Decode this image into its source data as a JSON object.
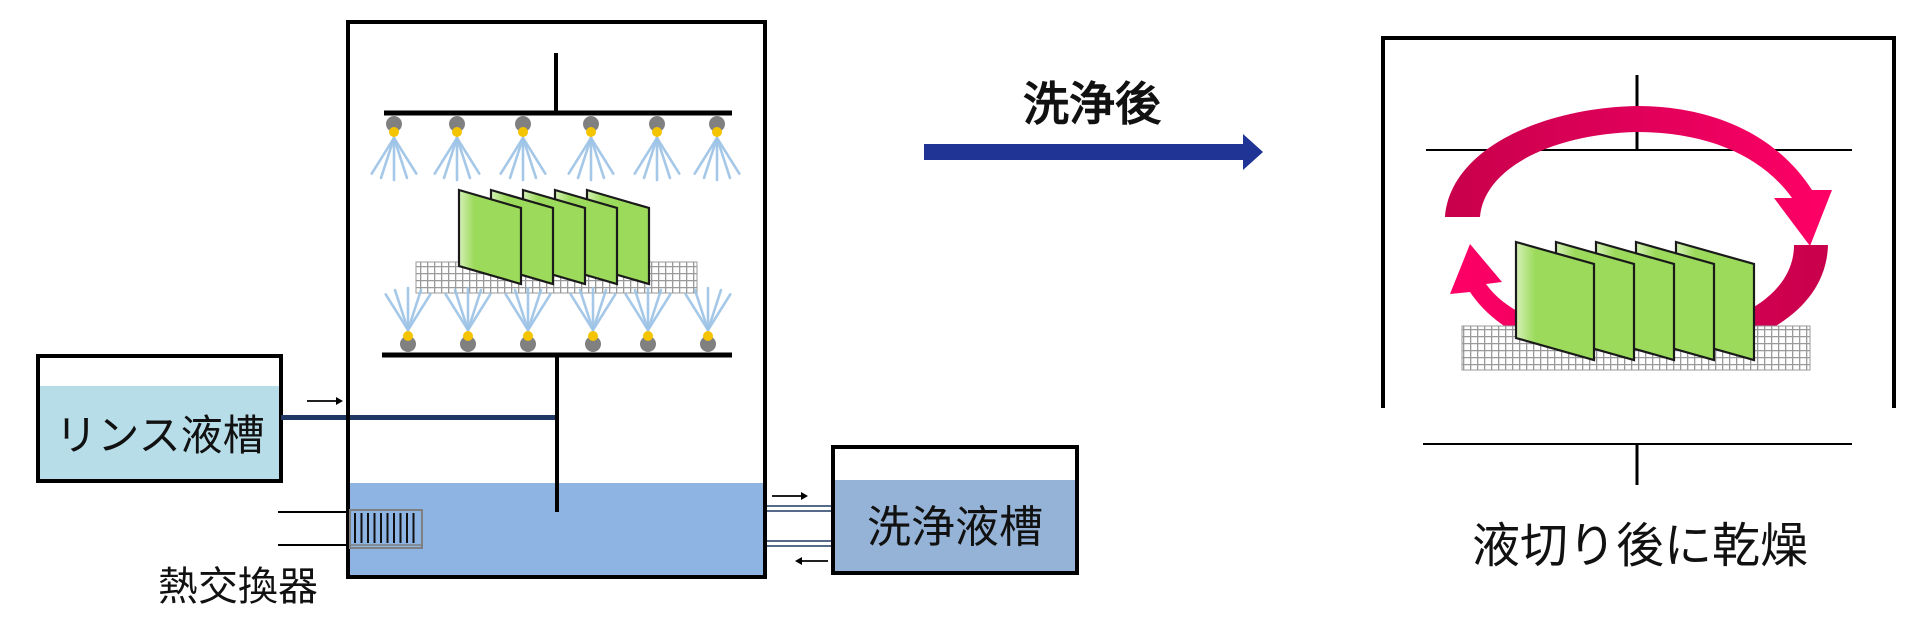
{
  "diagram": {
    "title": "Cleaning and drying process",
    "washer": {
      "rinse_tank_label": "リンス液槽",
      "cleaning_tank_label": "洗浄液槽",
      "heat_exchanger_label": "熱交換器",
      "nozzle_count_top": 6,
      "nozzle_count_bottom": 6,
      "panel_count": 5
    },
    "transition": {
      "label": "洗浄後",
      "arrow_direction": "right"
    },
    "dryer": {
      "label": "液切り後に乾燥",
      "panel_count": 5,
      "rotation": "clockwise"
    },
    "colors": {
      "rinse_liquid": "#B7DDE8",
      "cleaning_liquid": "#8EB4E3",
      "tank_liquid": "#95B3D7",
      "pipe_navy": "#1F3864",
      "arrow_navy": "#1F3494",
      "panel_green": "#9BDA5A",
      "spray_blue": "#9DC3E6",
      "nozzle_gray": "#808080",
      "nozzle_yellow": "#F5C400",
      "rotate_dark": "#C8004B",
      "rotate_bright": "#FF0066"
    }
  }
}
